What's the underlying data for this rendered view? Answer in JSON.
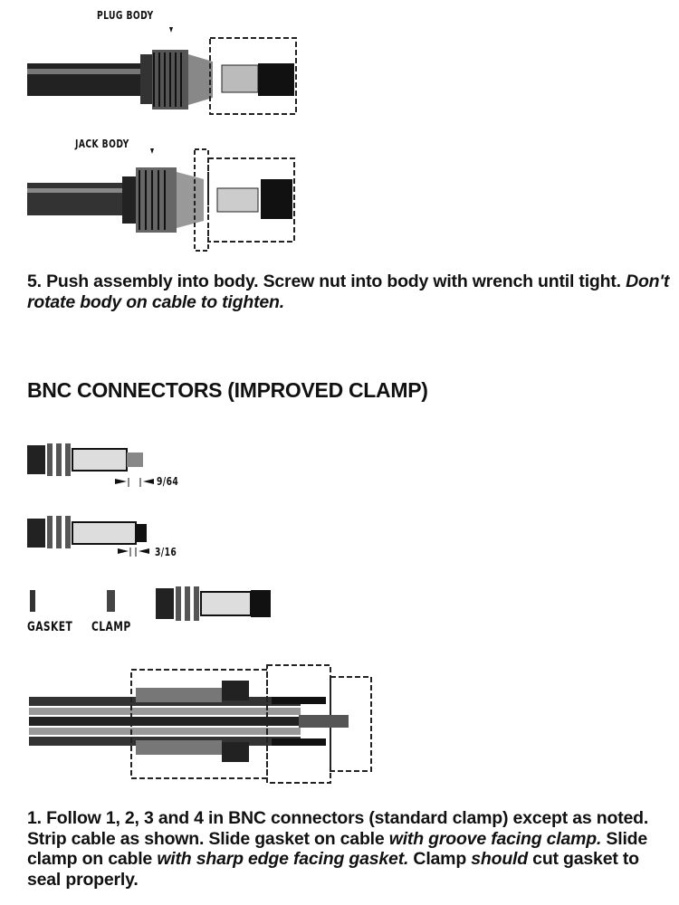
{
  "figure_labels": {
    "plug_body": "PLUG BODY",
    "jack_body": "JACK BODY",
    "dim_1": "9/64",
    "dim_2": "3/16",
    "gasket": "GASKET",
    "clamp": "CLAMP"
  },
  "step5": {
    "text": "5. Push assembly into body. Screw nut into body with wrench until tight. ",
    "italic": "Don't rotate body on cable to tighten."
  },
  "heading": "BNC CONNECTORS (IMPROVED CLAMP)",
  "step1": {
    "p1": "1. Follow 1, 2, 3 and 4 in BNC connectors (standard clamp) except as noted. Strip cable as shown. Slide gasket on cable ",
    "i1": "with groove facing clamp.",
    "p2": " Slide clamp on cable ",
    "i2": "with sharp edge facing gasket.",
    "p3": " Clamp ",
    "i3": "should",
    "p4": " cut gasket to seal properly."
  }
}
